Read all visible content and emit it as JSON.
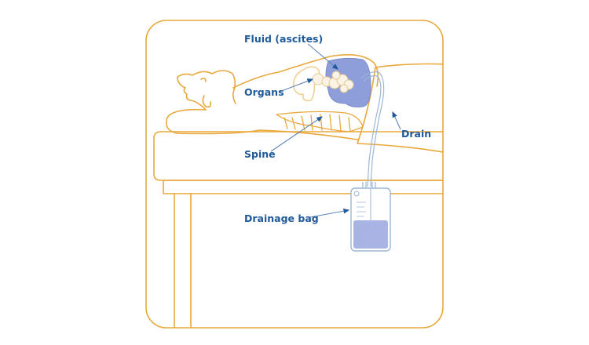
{
  "labels": {
    "fluid": "Fluid (ascites)",
    "organs": "Organs",
    "spine": "Spine",
    "drain": "Drain",
    "drainage_bag": "Drainage bag"
  },
  "colors": {
    "outline": "#e8a83c",
    "label_text": "#1f5a9a",
    "fluid_fill": "#8e9edb",
    "tube": "#9cb6d6",
    "arrow": "#5f86b8"
  }
}
